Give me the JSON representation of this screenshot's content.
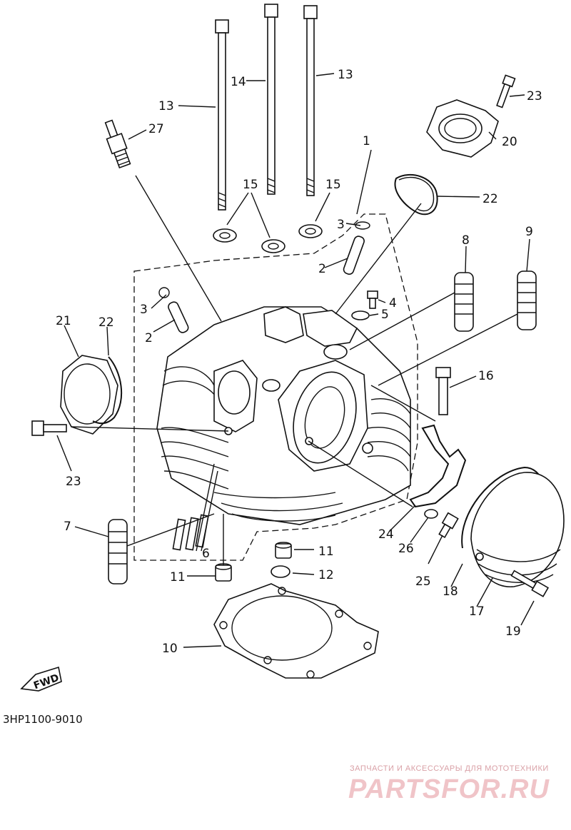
{
  "diagram": {
    "code": "3HP1100-9010",
    "fwd_label": "FWD",
    "labels": {
      "l1": "1",
      "l2a": "2",
      "l2b": "2",
      "l3a": "3",
      "l3b": "3",
      "l4": "4",
      "l5": "5",
      "l6": "6",
      "l7": "7",
      "l8": "8",
      "l9": "9",
      "l10": "10",
      "l11a": "11",
      "l11b": "11",
      "l12": "12",
      "l13a": "13",
      "l13b": "13",
      "l14": "14",
      "l15a": "15",
      "l15b": "15",
      "l16": "16",
      "l17": "17",
      "l18": "18",
      "l19": "19",
      "l20": "20",
      "l21": "21",
      "l22a": "22",
      "l22b": "22",
      "l23a": "23",
      "l23b": "23",
      "l24": "24",
      "l25": "25",
      "l26": "26",
      "l27": "27"
    }
  },
  "watermark": {
    "tagline": "ЗАПЧАСТИ И АКСЕССУАРЫ ДЛЯ МОТОТЕХНИКИ",
    "brand": "PARTSFOR.RU"
  }
}
